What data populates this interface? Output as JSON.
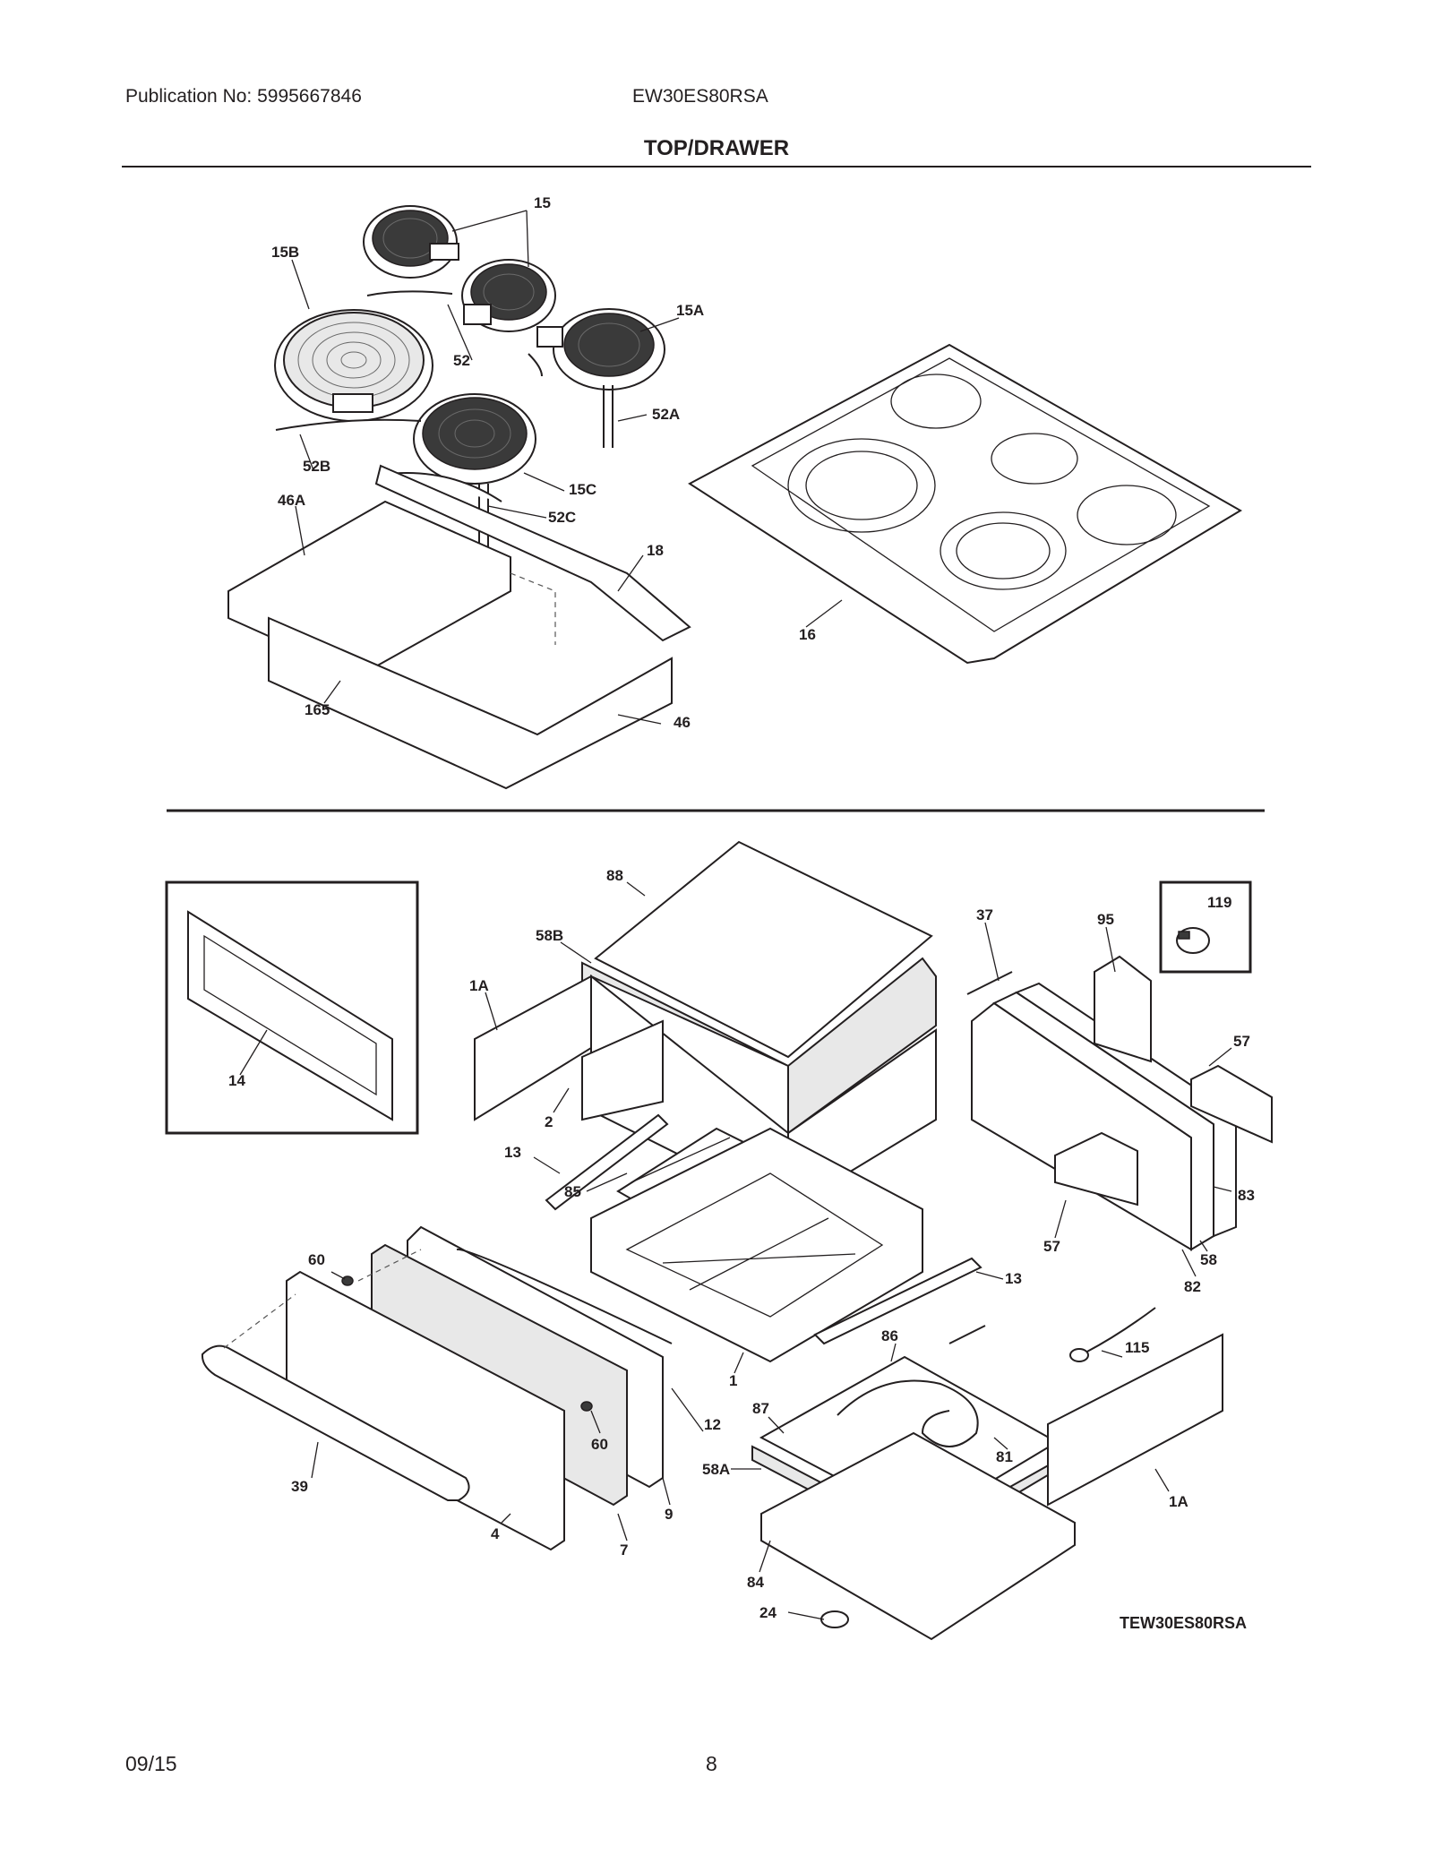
{
  "header": {
    "publication": "Publication No: 5995667846",
    "model": "EW30ES80RSA",
    "section_title": "TOP/DRAWER"
  },
  "diagram": {
    "top_callouts": [
      "15",
      "15B",
      "15A",
      "52",
      "52A",
      "52B",
      "15C",
      "52C",
      "46A",
      "18",
      "16",
      "165",
      "46"
    ],
    "bottom_callouts": [
      "88",
      "58B",
      "1A",
      "37",
      "95",
      "119",
      "57",
      "14",
      "2",
      "13",
      "85",
      "83",
      "57",
      "58",
      "82",
      "60",
      "13",
      "86",
      "115",
      "87",
      "12",
      "1",
      "60",
      "58A",
      "81",
      "1A",
      "39",
      "9",
      "4",
      "7",
      "84",
      "24"
    ],
    "figure_code": "TEW30ES80RSA"
  },
  "footer": {
    "date": "09/15",
    "page": "8"
  }
}
